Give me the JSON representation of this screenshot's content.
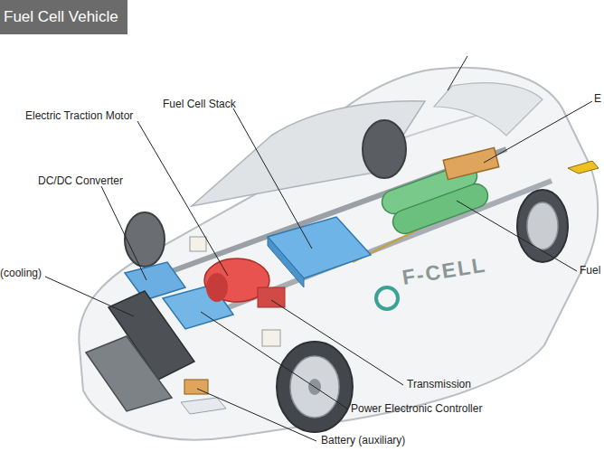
{
  "diagram": {
    "title": "Fuel Cell Vehicle",
    "labels": [
      "E",
      "Fuel Cell Stack",
      "Electric Traction Motor",
      "DC/DC Converter",
      "Fuel",
      "(cooling)",
      "F-CELL",
      "Transmission",
      "Power Electronic Controller",
      "Battery (auxiliary)"
    ]
  }
}
